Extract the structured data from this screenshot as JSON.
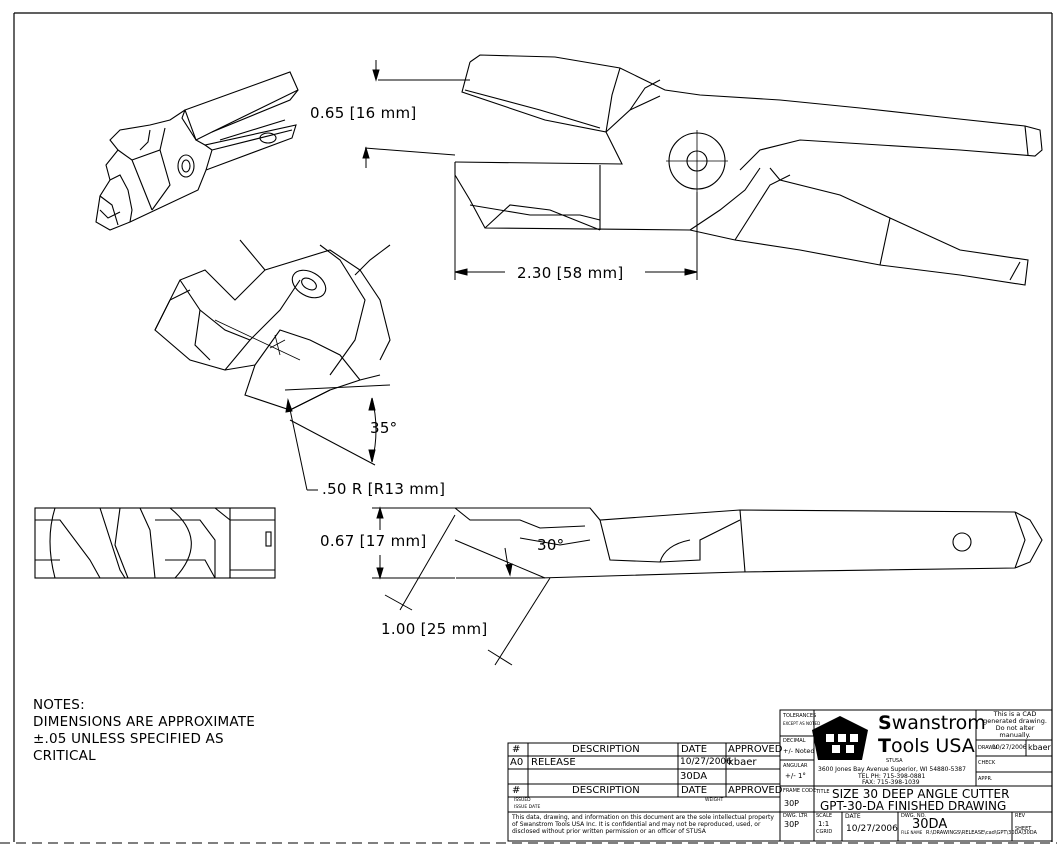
{
  "dimensions": {
    "jaw_open": "0.65 [16 mm]",
    "pivot_to_tip": "2.30 [58 mm]",
    "bevel_angle": "35°",
    "radius": ".50 R [R13 mm]",
    "thickness": "0.67 [17 mm]",
    "offset_angle": "30°",
    "offset_length": "1.00 [25 mm]"
  },
  "notes": {
    "heading": "NOTES:",
    "line1": "DIMENSIONS ARE APPROXIMATE",
    "line2": "±.05 UNLESS SPECIFIED AS",
    "line3": "CRITICAL"
  },
  "revisions": {
    "headers": [
      "#",
      "DESCRIPTION",
      "DATE",
      "APPROVED"
    ],
    "rows": [
      [
        "A0",
        "RELEASE",
        "10/27/2006",
        "kbaer"
      ],
      [
        "",
        "",
        "30DA",
        ""
      ]
    ],
    "footer_headers": [
      "#",
      "DESCRIPTION",
      "DATE",
      "APPROVED"
    ],
    "issued": "ISSUED",
    "issue_date": "ISSUE DATE",
    "weight": "WEIGHT",
    "disclaimer": "This data, drawing, and information on this document are the sole intellectual property of Swanstrom Tools USA Inc. It is confidential and may not be reproduced, used, or disclosed without prior written permission or an officer of STUSA"
  },
  "titleblock": {
    "tolerances_label": "TOLERANCES",
    "tolerances_note": "EXCEPT AS NOTED",
    "decimal_label": "DECIMAL",
    "decimal_value": "+/- Noted",
    "angular_label": "ANGULAR",
    "angular_value": "+/- 1°",
    "frame_code_label": "FRAME CODE",
    "frame_code": "30P",
    "dwg_ltr_label": "DWG. LTR",
    "dwg_ltr": "30P",
    "company_line1_initial": "S",
    "company_line1_rest": "wanstrom",
    "company_line2_initial": "T",
    "company_line2_rest": "ools USA",
    "logo_text": "STUSA",
    "logo_caption": "STUSA",
    "address1": "3600 Jones Bay Avenue Superior, WI 54880-5387",
    "address2": "TEL PH: 715-398-0881",
    "address3": "FAX: 715-398-1039",
    "cad_note": "This is a CAD generated drawing. Do not alter manually.",
    "drawn_label": "DRAWN",
    "drawn_date": "10/27/2006",
    "drawn_by": "kbaer",
    "check_label": "CHECK",
    "appr_label": "APPR.",
    "title_label": "TITLE",
    "title_line1": "SIZE 30 DEEP ANGLE  CUTTER",
    "title_line2": "GPT-30-DA FINISHED DRAWING",
    "scale_label": "SCALE",
    "scale": "1:1",
    "date_label": "DATE",
    "date": "10/27/2006",
    "dwg_no_label": "DWG. NO.",
    "dwg_no": "30DA",
    "file_name_label": "FILE NAME",
    "file_name": "R:\\DRAWINGS\\RELEASE\\cad\\GPT\\30DA\\30DA",
    "rev_label": "REV",
    "sheet_label": "SHEET",
    "cgrid_label": "CGRID"
  }
}
